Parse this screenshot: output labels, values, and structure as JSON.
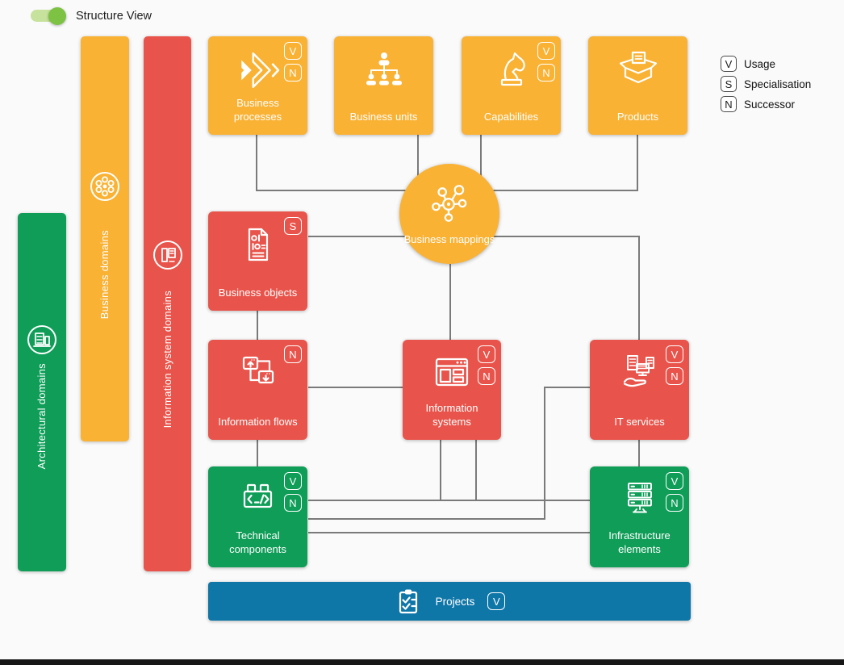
{
  "toggle": {
    "label": "Structure View",
    "state": "on"
  },
  "legend": {
    "items": [
      {
        "badge": "V",
        "label": "Usage"
      },
      {
        "badge": "S",
        "label": "Specialisation"
      },
      {
        "badge": "N",
        "label": "Successor"
      }
    ]
  },
  "domains": [
    {
      "id": "architectural-domains",
      "label": "Architectural domains",
      "color": "#0F9D58",
      "icon": "architecture-icon"
    },
    {
      "id": "business-domains",
      "label": "Business domains",
      "color": "#F9B234",
      "icon": "cluster-icon"
    },
    {
      "id": "information-system-domains",
      "label": "Information system domains",
      "color": "#E8544B",
      "icon": "devices-icon"
    }
  ],
  "nodes": [
    {
      "id": "business-processes",
      "label": "Business processes",
      "badges": [
        "V",
        "N"
      ],
      "color": "#F9B234",
      "icon": "chevrons-icon"
    },
    {
      "id": "business-units",
      "label": "Business units",
      "badges": [],
      "color": "#F9B234",
      "icon": "org-chart-icon"
    },
    {
      "id": "capabilities",
      "label": "Capabilities",
      "badges": [
        "V",
        "N"
      ],
      "color": "#F9B234",
      "icon": "chess-knight-icon"
    },
    {
      "id": "products",
      "label": "Products",
      "badges": [],
      "color": "#F9B234",
      "icon": "open-box-icon"
    },
    {
      "id": "business-mappings",
      "label": "Business mappings",
      "badges": [],
      "color": "#F9B234",
      "icon": "hub-icon",
      "shape": "circle"
    },
    {
      "id": "business-objects",
      "label": "Business objects",
      "badges": [
        "S"
      ],
      "color": "#E8544B",
      "icon": "binary-document-icon"
    },
    {
      "id": "information-flows",
      "label": "Information flows",
      "badges": [
        "N"
      ],
      "color": "#E8544B",
      "icon": "window-flow-icon"
    },
    {
      "id": "information-systems",
      "label": "Information systems",
      "badges": [
        "V",
        "N"
      ],
      "color": "#E8544B",
      "icon": "app-window-icon"
    },
    {
      "id": "it-services",
      "label": "IT services",
      "badges": [
        "V",
        "N"
      ],
      "color": "#E8544B",
      "icon": "service-hand-icon"
    },
    {
      "id": "technical-components",
      "label": "Technical components",
      "badges": [
        "V",
        "N"
      ],
      "color": "#0F9D58",
      "icon": "code-brick-icon"
    },
    {
      "id": "infrastructure-elements",
      "label": "Infrastructure elements",
      "badges": [
        "V",
        "N"
      ],
      "color": "#0F9D58",
      "icon": "server-stack-icon"
    },
    {
      "id": "projects",
      "label": "Projects",
      "badges": [
        "V"
      ],
      "color": "#0F76A8",
      "icon": "clipboard-check-icon"
    }
  ],
  "edges": [
    [
      "business-processes",
      "business-mappings"
    ],
    [
      "business-units",
      "business-mappings"
    ],
    [
      "capabilities",
      "business-mappings"
    ],
    [
      "products",
      "business-mappings"
    ],
    [
      "business-objects",
      "business-mappings"
    ],
    [
      "business-mappings",
      "information-systems"
    ],
    [
      "business-mappings",
      "it-services"
    ],
    [
      "business-objects",
      "information-flows"
    ],
    [
      "information-flows",
      "information-systems"
    ],
    [
      "information-flows",
      "technical-components"
    ],
    [
      "information-systems",
      "technical-components"
    ],
    [
      "information-systems",
      "infrastructure-elements"
    ],
    [
      "technical-components",
      "it-services"
    ],
    [
      "technical-components",
      "infrastructure-elements"
    ],
    [
      "it-services",
      "infrastructure-elements"
    ]
  ],
  "colors": {
    "background": "#FAFAFA",
    "yellow": "#F9B234",
    "red": "#E8544B",
    "green": "#0F9D58",
    "blue": "#0F76A8",
    "connector": "#7A7A7A",
    "toggle_on": "#7DC242"
  }
}
